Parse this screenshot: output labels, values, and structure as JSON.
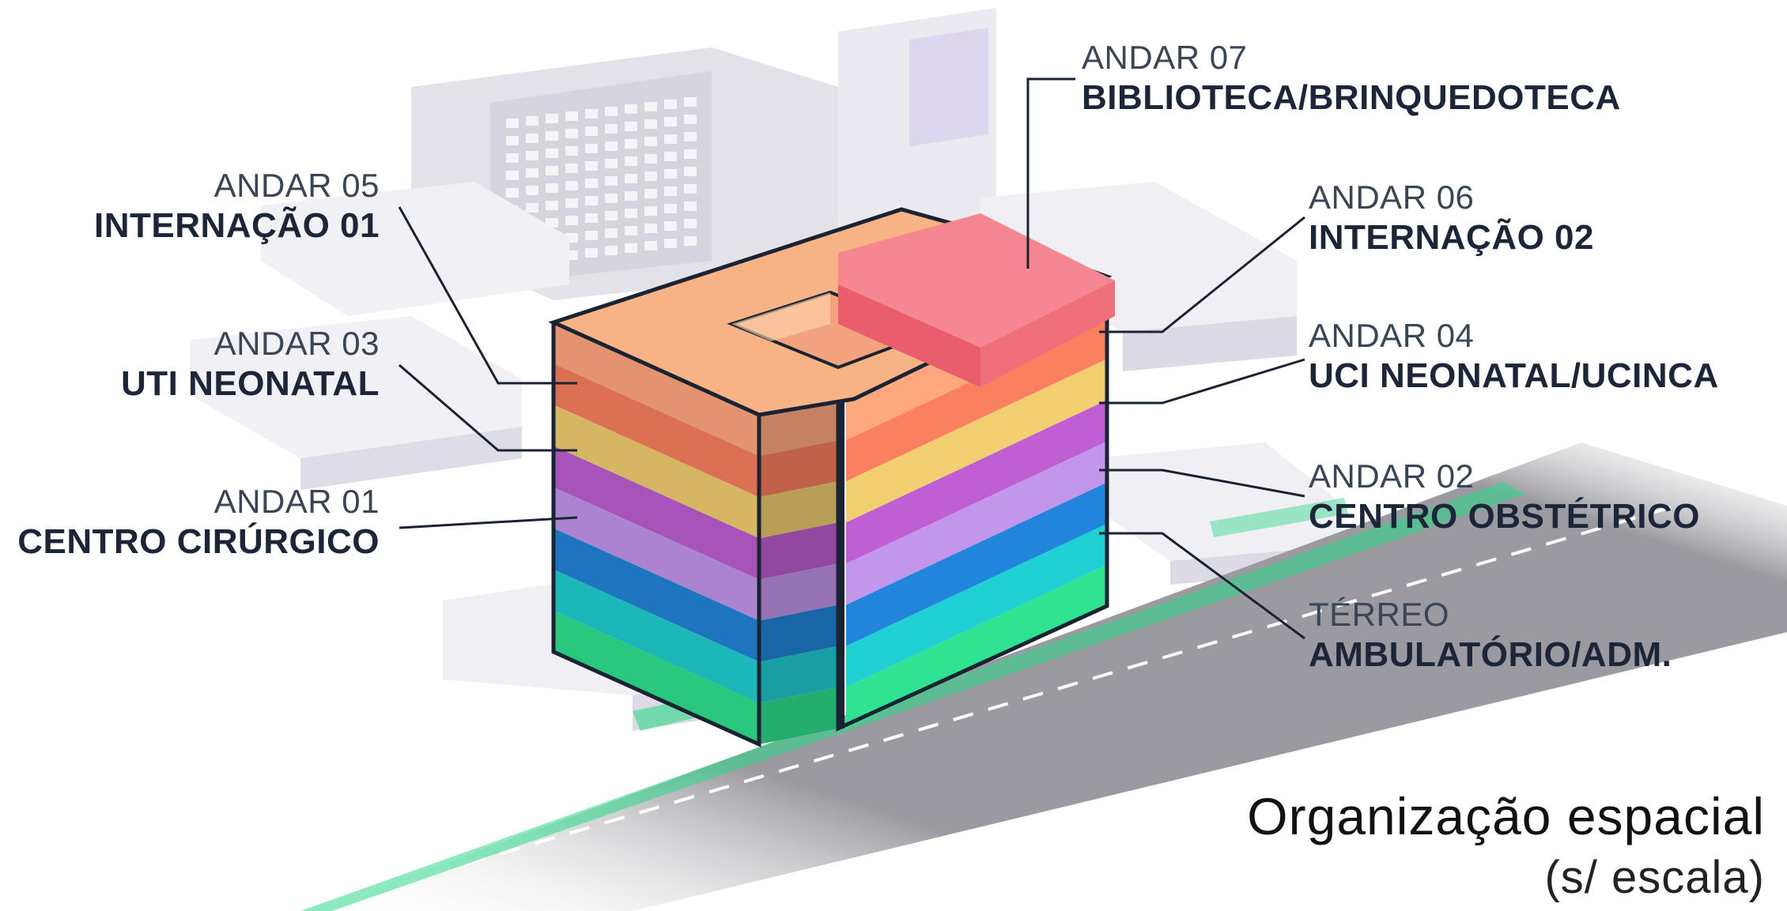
{
  "floors": [
    {
      "id": "andar07",
      "floor": "ANDAR 07",
      "use": "BIBLIOTECA/BRINQUEDOTECA",
      "color": "#f47c86"
    },
    {
      "id": "andar06",
      "floor": "ANDAR 06",
      "use": "INTERNAÇÃO 02",
      "color": "#f7a07a"
    },
    {
      "id": "andar05",
      "floor": "ANDAR 05",
      "use": "INTERNAÇÃO 01",
      "color": "#ef7a5a"
    },
    {
      "id": "andar04",
      "floor": "ANDAR 04",
      "use": "UCI NEONATAL/UCINCA",
      "color": "#e6c66c"
    },
    {
      "id": "andar03",
      "floor": "ANDAR 03",
      "use": "UTI NEONATAL",
      "color": "#b65ac9"
    },
    {
      "id": "andar02",
      "floor": "ANDAR 02",
      "use": "CENTRO OBSTÉTRICO",
      "color": "#b98fe0"
    },
    {
      "id": "andar01",
      "floor": "ANDAR 01",
      "use": "CENTRO CIRÚRGICO",
      "color": "#1f7fd1"
    },
    {
      "id": "terreo",
      "floor": "TÉRREO",
      "use": "AMBULATÓRIO/ADM.",
      "color": "#1ec7c9"
    }
  ],
  "caption": {
    "title": "Organização espacial",
    "subtitle": "(s/ escala)"
  },
  "colors": {
    "ground_green": "#2ed889",
    "outline": "#1a2333",
    "road": "#8e8e93",
    "context_buildings": "#e9e8ee"
  }
}
